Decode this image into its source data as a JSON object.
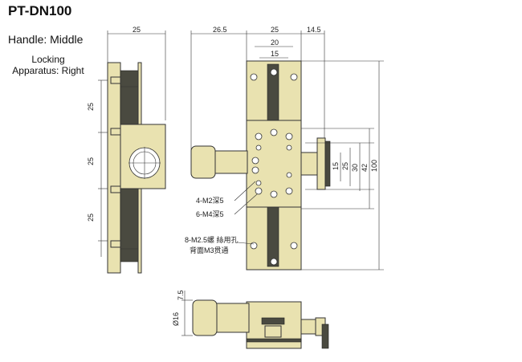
{
  "header": {
    "title": "PT-DN100",
    "handle": "Handle: Middle",
    "locking": "Locking Apparatus: Right"
  },
  "dimensions": {
    "side_top": "25",
    "side_left_a": "25",
    "side_left_b": "25",
    "side_left_c": "25",
    "front_left": "26.5",
    "front_width": "25",
    "front_right": "14.5",
    "inner_20": "20",
    "inner_15": "15",
    "right_15": "15",
    "right_25": "25",
    "right_30": "30",
    "right_42": "42",
    "right_100": "100",
    "bottom_75": "7.5",
    "bottom_16": "Ø16"
  },
  "callouts": {
    "m2": "4-M2深5",
    "m4": "6-M4深5",
    "m25_line1": "8-M2.5螺 絲用孔",
    "m25_line2": "背面M3贯通"
  }
}
